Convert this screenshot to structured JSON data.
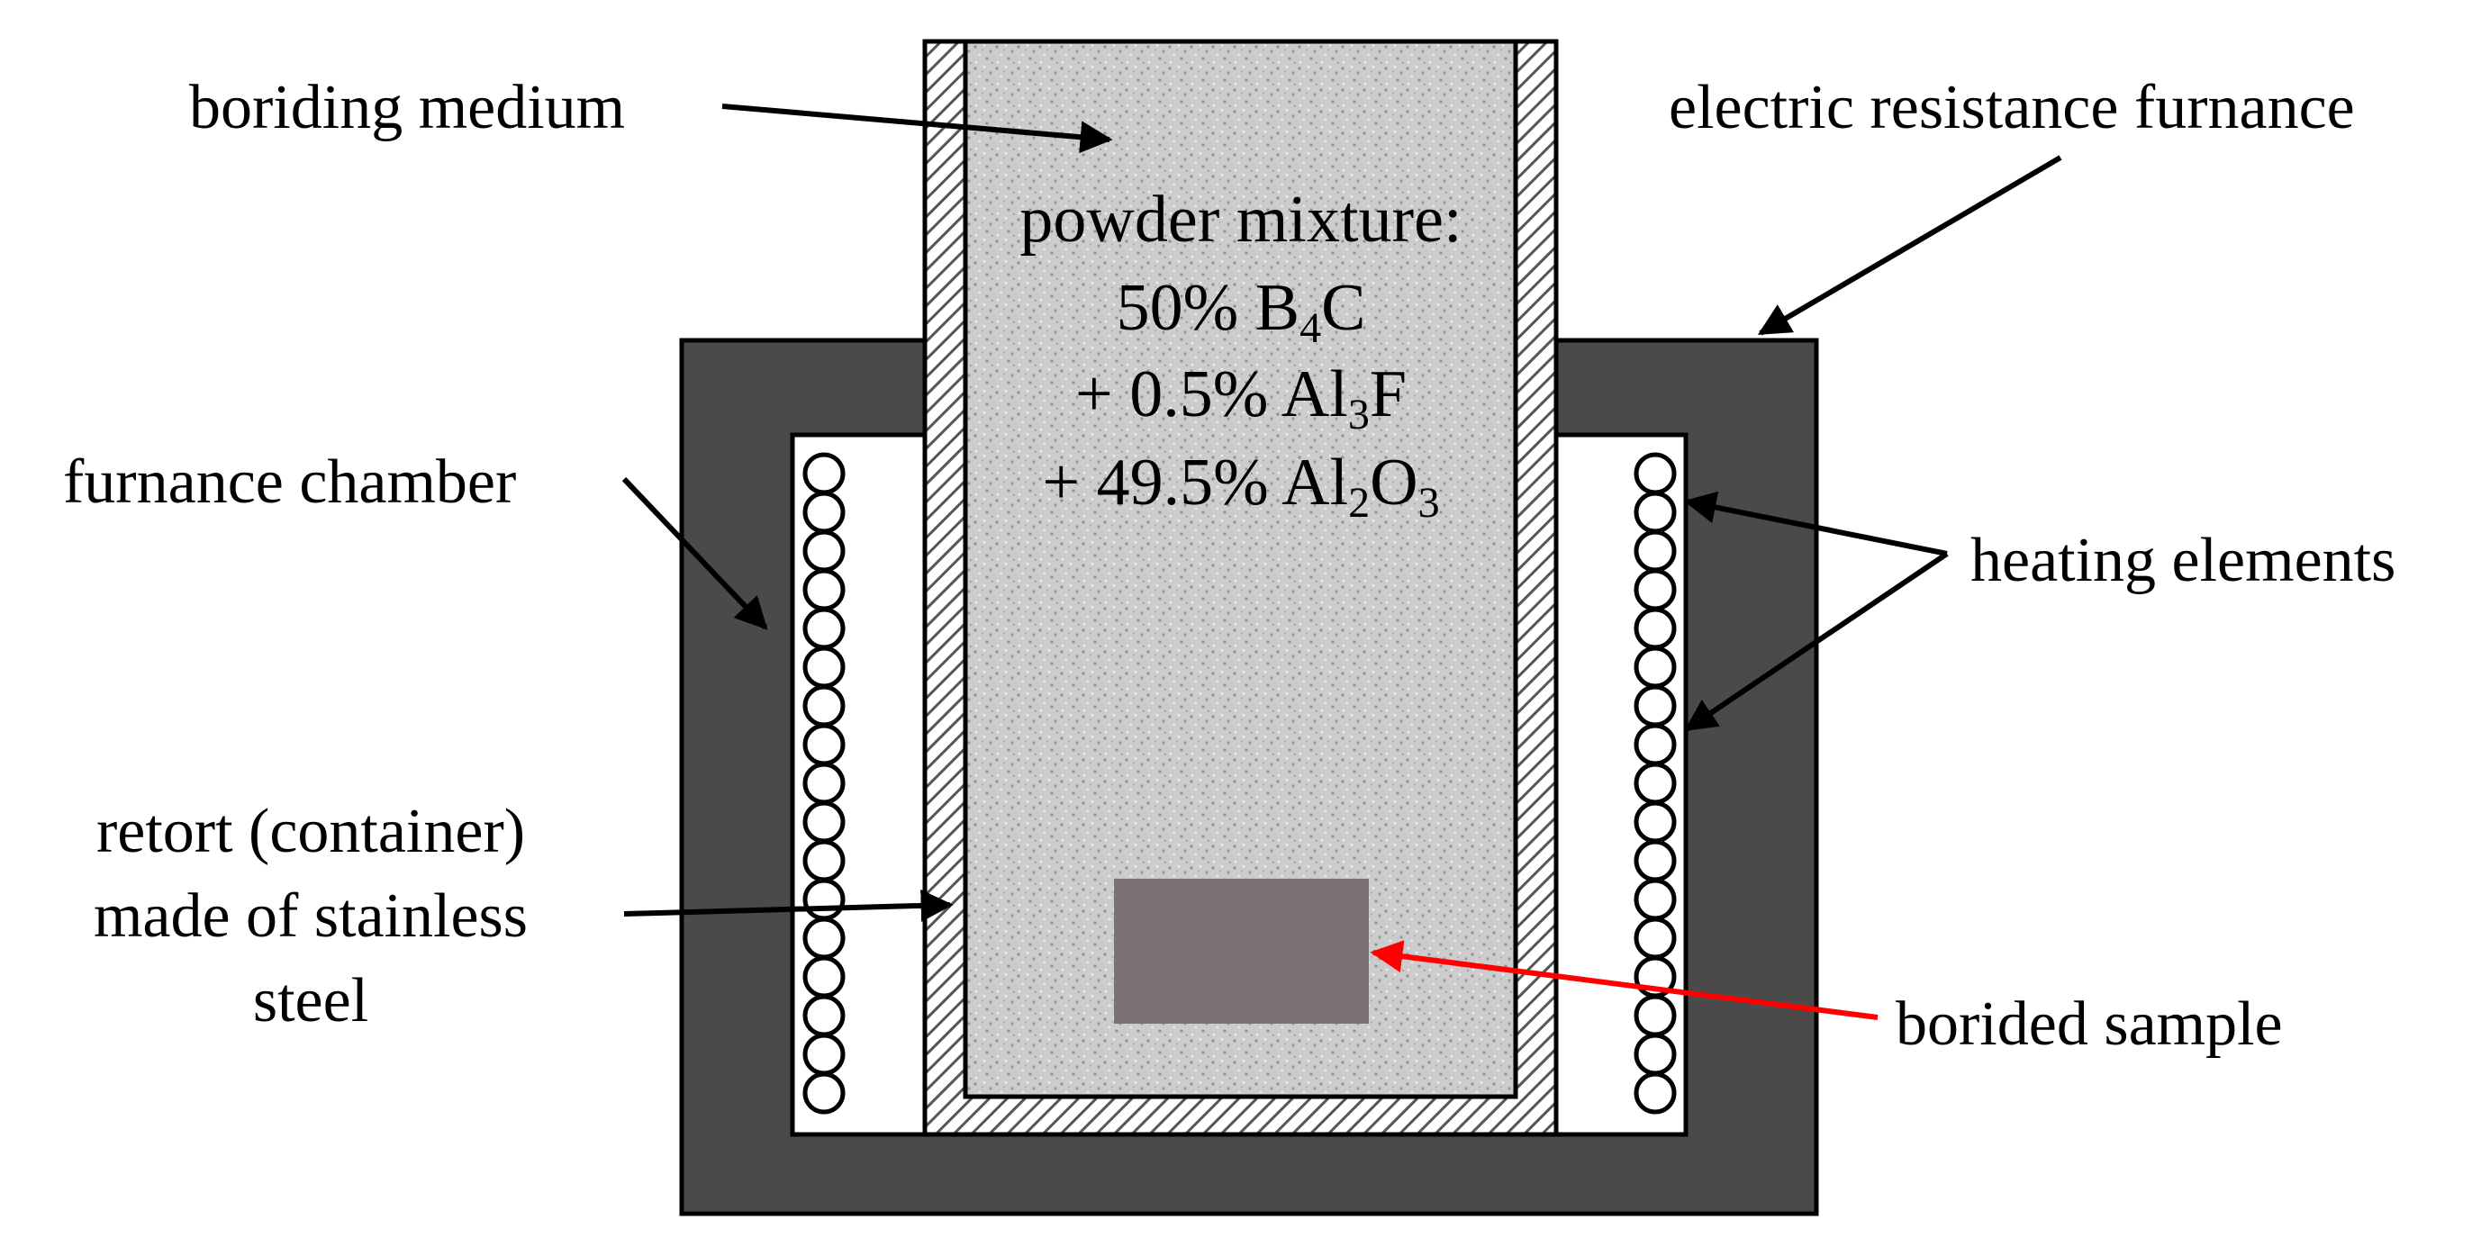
{
  "labels": {
    "boriding_medium": "boriding medium",
    "furnace": "electric resistance furnance",
    "furnace_chamber": "furnance chamber",
    "heating_elements": "heating elements",
    "retort_line1": "retort (container)",
    "retort_line2": "made of stainless",
    "retort_line3": "steel",
    "borided_sample": "borided sample"
  },
  "composition": {
    "heading": "powder mixture:",
    "line1": {
      "text": "50% B",
      "sub": "4",
      "tail": "C"
    },
    "line2": {
      "text": "+ 0.5% Al",
      "sub": "3",
      "tail": "F"
    },
    "line3": {
      "text": "+ 49.5% Al",
      "sub": "2",
      "tail": "O",
      "sub2": "3"
    }
  },
  "colors": {
    "furnace": "#4a4a4a",
    "medium": "#cfcfcf",
    "sample": "#7b7373",
    "arrow": "#000000",
    "sample_arrow": "#ff0000"
  }
}
